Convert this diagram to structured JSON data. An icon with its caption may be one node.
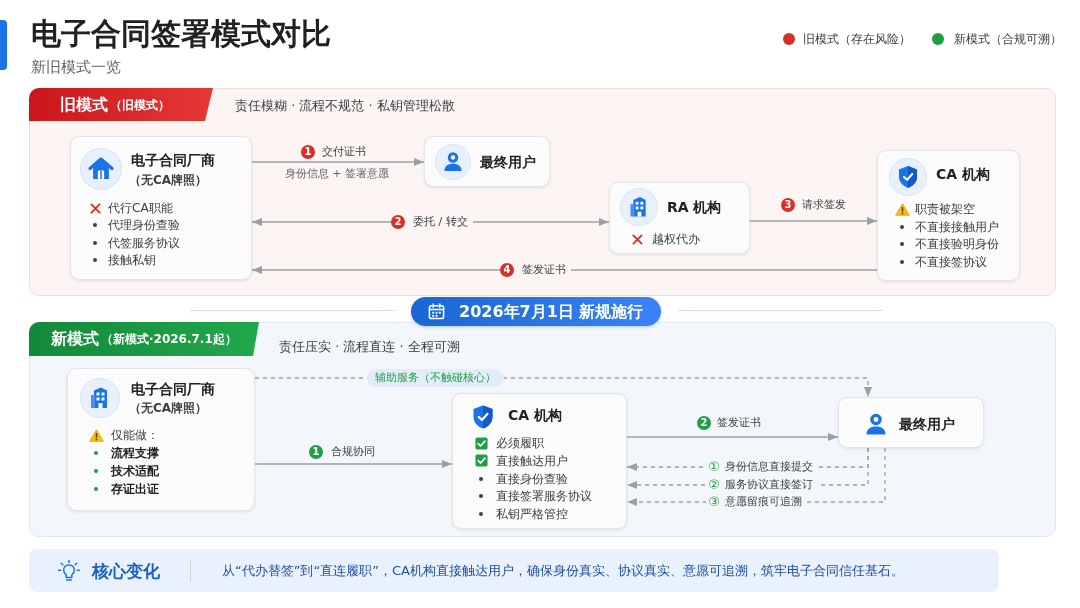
{
  "diagram": {
    "title": "电子合同签署模式对比",
    "nodes": [
      {
        "text": [
          "责任模糊 · 流程不规范 · 私钥管理松散"
        ]
      },
      {
        "text": [
          "旧模式",
          "（旧模式）"
        ],
        "in": 0
      },
      {
        "text": [
          "电子合同厂商",
          "（无CA牌照）",
          "代行CA职能",
          "代理身份查验",
          "代签服务协议",
          "接触私钥"
        ],
        "in": 0
      },
      {
        "text": [
          "最终用户"
        ],
        "in": 0
      },
      {
        "text": [
          "RA 机构",
          "越权代办"
        ],
        "in": 0
      },
      {
        "text": [
          "CA 机构",
          "职责被架空",
          "不直接接触用户",
          "不直接验明身份",
          "不直接签协议"
        ],
        "in": 0
      },
      {
        "text": [
          "2026年7月1日 新规施行"
        ]
      },
      {
        "text": [
          "责任压实 · 流程直连 · 全程可溯"
        ]
      },
      {
        "text": [
          "新模式",
          "（新模式·2026.7.1起）"
        ],
        "in": 7
      },
      {
        "text": [
          "电子合同厂商",
          "（无CA牌照）",
          "仅能做：",
          "流程支撑",
          "技术适配",
          "存证出证"
        ],
        "in": 7
      },
      {
        "text": [
          "CA 机构",
          "必须履职",
          "直接触达用户",
          "直接身份查验",
          "直接签署服务协议",
          "私钥严格管控"
        ],
        "in": 7
      },
      {
        "text": [
          "最终用户"
        ],
        "in": 7
      },
      {
        "text": [
          "核心变化",
          "从“代办替签”到“直连履职”，CA机构直接触达用户，确保身份真实、协议真实、意愿可追溯，筑牢电子合同信任基石。"
        ]
      }
    ],
    "edges": [
      {
        "from": 2,
        "to": 3,
        "arrow": "to",
        "label": "交付证书"
      },
      {
        "from": 2,
        "to": 4,
        "arrow": "both",
        "label": "委托 / 转交"
      },
      {
        "from": 4,
        "to": 5,
        "arrow": "to",
        "label": "请求签发"
      },
      {
        "from": 5,
        "to": 2,
        "arrow": "to",
        "label": "签发证书"
      },
      {
        "from": 9,
        "to": 10,
        "arrow": "to",
        "label": "合规协同"
      },
      {
        "from": 10,
        "to": 11,
        "arrow": "to",
        "label": "签发证书"
      },
      {
        "from": 9,
        "to": 11,
        "arrow": "to",
        "label": "辅助服务（不触碰核心）",
        "style": "dashed"
      },
      {
        "from": 11,
        "to": 10,
        "arrow": "to",
        "label": "身份信息直接提交",
        "style": "dashed"
      },
      {
        "from": 11,
        "to": 10,
        "arrow": "to",
        "label": "服务协议直接签订",
        "style": "dashed"
      },
      {
        "from": 11,
        "to": 10,
        "arrow": "to",
        "label": "意愿留痕可追溯",
        "style": "dashed"
      }
    ],
    "labels": [
      "新旧模式一览",
      "1",
      "身份信息 + 签署意愿",
      "2",
      "3",
      "4",
      "1",
      "2",
      "①",
      "②",
      "③"
    ],
    "legend": [
      {
        "text": "旧模式（存在风险）",
        "color": "#d93025"
      },
      {
        "text": "新模式（合规可溯）",
        "color": "#1e9e45"
      }
    ]
  }
}
